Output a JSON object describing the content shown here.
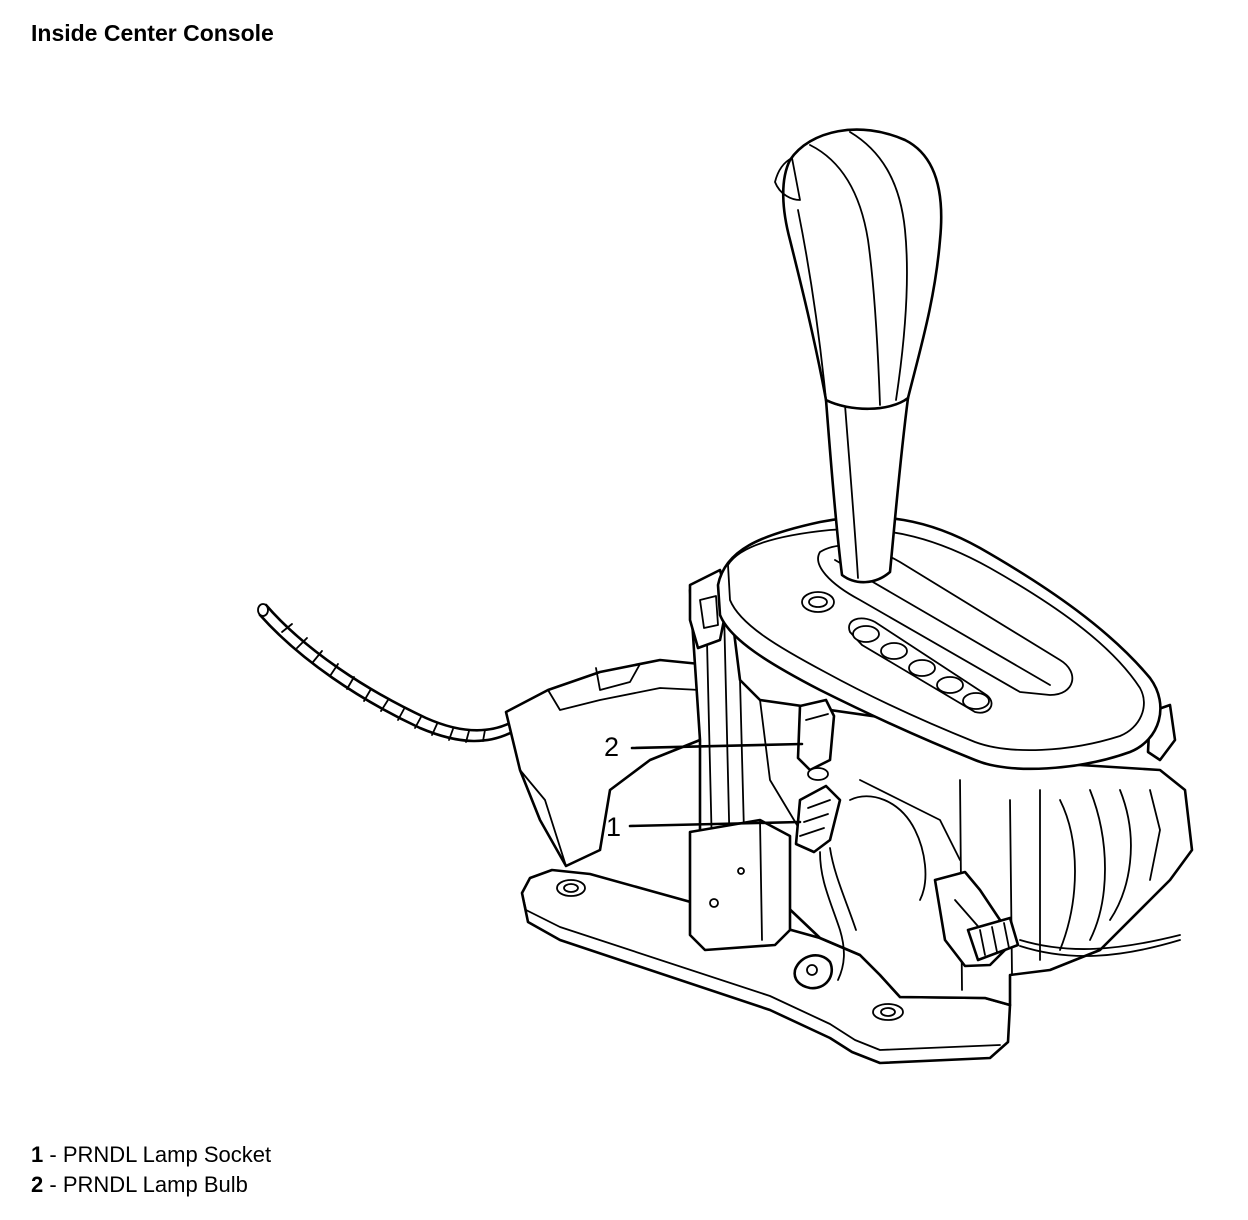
{
  "title": "Inside Center Console",
  "callouts": [
    {
      "number": "1"
    },
    {
      "number": "2"
    }
  ],
  "legend": [
    {
      "number": "1",
      "separator": " - ",
      "label": "PRNDL Lamp Socket"
    },
    {
      "number": "2",
      "separator": " - ",
      "label": "PRNDL Lamp Bulb"
    }
  ]
}
